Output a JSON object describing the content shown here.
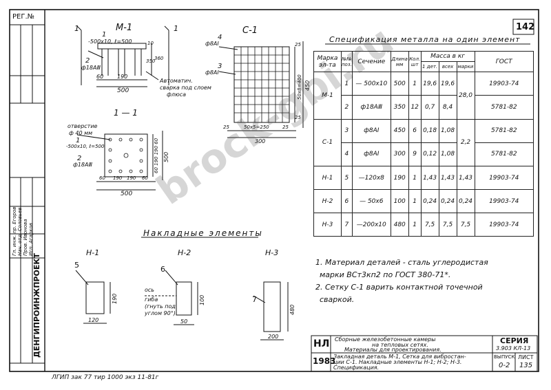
{
  "sheet": {
    "ref_no_label": "РЕГ.№",
    "sheet_number_top": "142",
    "org_name": "ДЕНГИПРОИНЖПРОЕКТ",
    "stamp_rows": [
      "Гл. инж. пр. Егоров",
      "Нач. отд. Соловьев",
      "Пров. Ивонова",
      "Исп. Агарков"
    ],
    "footer_note": "ЛГИП  зак 77  тир 1000 экз  11-81г"
  },
  "drawings": {
    "m1": {
      "title": "М-1",
      "section_mark": "1",
      "plate_label": "-500x10, ℓ=500",
      "bar_label": "ф18АⅢ",
      "num_1": "1",
      "num_2": "2",
      "dim_60": "60",
      "dim_190": "190",
      "dim_500": "500",
      "dim_10": "10",
      "dim_350": "350",
      "dim_360": "360",
      "weld_note_1": "Автоматич.",
      "weld_note_2": "сварка под слоем",
      "weld_note_3": "флюса"
    },
    "s1": {
      "title": "С-1",
      "num_4": "4",
      "bar_4": "ф8АⅠ",
      "num_3": "3",
      "bar_3": "ф8АⅠ",
      "dim_25a": "25",
      "dim_25b": "25",
      "dim_25c": "25",
      "dim_25d": "25",
      "dim_vert": "50x8=400",
      "dim_450": "450",
      "dim_horiz": "50x5=250",
      "dim_300": "300"
    },
    "sec11": {
      "title": "1 — 1",
      "hole_1": "отверстие",
      "hole_2": "ф 40 мм",
      "num_1": "1",
      "plate_label": "-500x10, ℓ=500",
      "num_2": "2",
      "bar_label": "ф18АⅢ",
      "dim_60a": "60",
      "dim_190a": "190",
      "dim_190b": "190",
      "dim_60b": "60",
      "dim_500": "500",
      "dim_right": "60 190 190 60",
      "dim_500v": "500"
    },
    "embedded_title": "Накладные элементы",
    "n1": {
      "title": "Н-1",
      "num": "5",
      "dim_190": "190",
      "dim_120": "120"
    },
    "n2": {
      "title": "Н-2",
      "num": "6",
      "axis_1": "ось",
      "axis_2": "гиба",
      "axis_3": "(гнуть под",
      "axis_4": "углом 90°)",
      "dim_100": "100",
      "dim_50": "50"
    },
    "n3": {
      "title": "Н-3",
      "num": "7",
      "dim_480": "480",
      "dim_200": "200"
    }
  },
  "spec_table": {
    "title": "Спецификация металла на один элемент",
    "headers": {
      "mark": "Марка эл-та",
      "pos": "№№ поз.",
      "section": "Сечение",
      "length": "Длина мм",
      "qty": "Кол. шт",
      "mass": "Масса в кг",
      "mass_one": "1 дет.",
      "mass_all": "всех",
      "mass_mark": "марки",
      "gost": "ГОСТ"
    },
    "rows": [
      {
        "mark": "М-1",
        "pos": "1",
        "section": "— 500x10",
        "length": "500",
        "qty": "1",
        "one": "19,6",
        "all": "19,6",
        "total": "28,0",
        "gost": "19903-74"
      },
      {
        "mark": "",
        "pos": "2",
        "section": "ф18АⅢ",
        "length": "350",
        "qty": "12",
        "one": "0,7",
        "all": "8,4",
        "total": "",
        "gost": "5781-82"
      },
      {
        "mark": "С-1",
        "pos": "3",
        "section": "ф8АⅠ",
        "length": "450",
        "qty": "6",
        "one": "0,18",
        "all": "1,08",
        "total": "2,2",
        "gost": "5781-82"
      },
      {
        "mark": "",
        "pos": "4",
        "section": "ф8АⅠ",
        "length": "300",
        "qty": "9",
        "one": "0,12",
        "all": "1,08",
        "total": "",
        "gost": "5781-82"
      },
      {
        "mark": "Н-1",
        "pos": "5",
        "section": "—120x8",
        "length": "190",
        "qty": "1",
        "one": "1,43",
        "all": "1,43",
        "total": "1,43",
        "gost": "19903-74"
      },
      {
        "mark": "Н-2",
        "pos": "6",
        "section": "— 50x6",
        "length": "100",
        "qty": "1",
        "one": "0,24",
        "all": "0,24",
        "total": "0,24",
        "gost": "19903-74"
      },
      {
        "mark": "Н-3",
        "pos": "7",
        "section": "—200x10",
        "length": "480",
        "qty": "1",
        "one": "7,5",
        "all": "7,5",
        "total": "7,5",
        "gost": "19903-74"
      }
    ]
  },
  "notes": {
    "n1a": "1. Материал деталей - сталь углеродистая",
    "n1b": "марки ВСт3кп2  по ГОСТ 380-71*.",
    "n2a": "2. Сетку С-1 варить контактной точечной",
    "n2b": "сваркой."
  },
  "title_block": {
    "code": "НЛ",
    "year": "1983",
    "desc_1": "Сборные железобетонные камеры",
    "desc_2": "на тепловых сетях.",
    "desc_3": "Материалы для проектирования.",
    "content_1": "Закладная деталь М-1, Сетка для вибростан-",
    "content_2": "ции С-1. Накладные элементы Н-1; Н-2; Н-3.",
    "content_3": "Спецификация.",
    "series_label": "СЕРИЯ",
    "series_value": "3.903  КЛ-13",
    "issue_label": "ВЫПУСК",
    "issue_value": "0-2",
    "sheet_label": "ЛИСТ",
    "sheet_value": "135"
  },
  "watermark": "brock-gbi.ru"
}
